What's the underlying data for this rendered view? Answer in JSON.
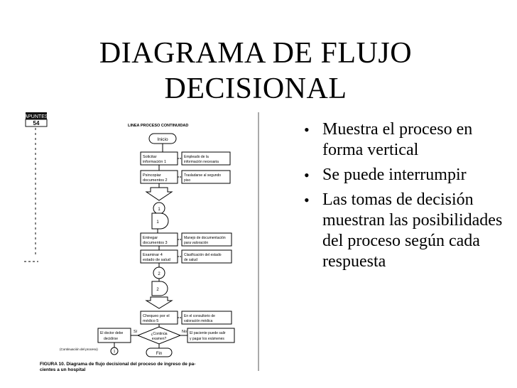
{
  "slide": {
    "title_line1": "DIAGRAMA DE FLUJO",
    "title_line2": "DECISIONAL",
    "bullets": [
      "Muestra el proceso en forma vertical",
      "Se puede interrumpir",
      "Las tomas de decisión muestran las posibilidades del proceso según cada respuesta"
    ]
  },
  "figure": {
    "tab_label": "APUNTES",
    "tab_number": "54",
    "header": "LINEA PROCESO CONTINUIDAD",
    "start": "Inicio",
    "steps": [
      {
        "a": "Solicitar",
        "b": "información  1"
      },
      {
        "a": "Psincopiar",
        "b": "documentos  2"
      },
      {
        "a": "Entregar",
        "b": "documentos  3"
      },
      {
        "a": "Examinar  4",
        "b": "estado de salud"
      },
      {
        "a": "Chequeo por el",
        "b": "médico      5"
      }
    ],
    "notes": [
      {
        "a": "Empleado de la",
        "b": "información necesaria"
      },
      {
        "a": "Trasladarse al segundo",
        "b": "piso"
      },
      {
        "a": "Manejo de documentación",
        "b": "para valoración"
      },
      {
        "a": "Clasificación del estado",
        "b": "de salud"
      },
      {
        "a": "En el consultorio de",
        "b": "valoración médica"
      },
      {
        "a": "El paciente puede salir",
        "b": "y pagar los exámenes"
      }
    ],
    "connectors": [
      "1",
      "1",
      "2",
      "2"
    ],
    "decision_a": "¿Continúa",
    "decision_b": "examen?",
    "yes": "Sí",
    "no": "No",
    "left_note_a": "El doctor debe",
    "left_note_b": "decidirse",
    "continuation": "(Continuación del proceso)",
    "end_connector": "1",
    "end": "Fin",
    "caption_line1": "FIGURA 10. Diagrama de flujo decisional del proceso de ingreso de pa-",
    "caption_line2": "cientes a un hospital"
  }
}
